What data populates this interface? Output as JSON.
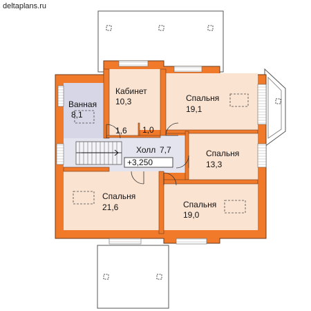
{
  "site": "deltaplans.ru",
  "rooms": {
    "bathroom": {
      "name": "Ванная",
      "area": "8,1"
    },
    "office": {
      "name": "Кабинет",
      "area": "10,3"
    },
    "bedroom_ne": {
      "name": "Спальня",
      "area": "19,1"
    },
    "small_a": {
      "area": "1,6"
    },
    "small_b": {
      "area": "1,0"
    },
    "hall": {
      "name": "Холл",
      "area": "7,7",
      "level": "+3,250"
    },
    "bedroom_e": {
      "name": "Спальня",
      "area": "13,3"
    },
    "bedroom_sw": {
      "name": "Спальня",
      "area": "21,6"
    },
    "bedroom_se": {
      "name": "Спальня",
      "area": "19,0"
    }
  },
  "colors": {
    "wall": "#f07a2a",
    "room_fill": "#fbe3d2",
    "bath_fill": "#d6d6e6",
    "hall_fill": "#e4e4ee",
    "balcony_fill": "#ffffff"
  }
}
